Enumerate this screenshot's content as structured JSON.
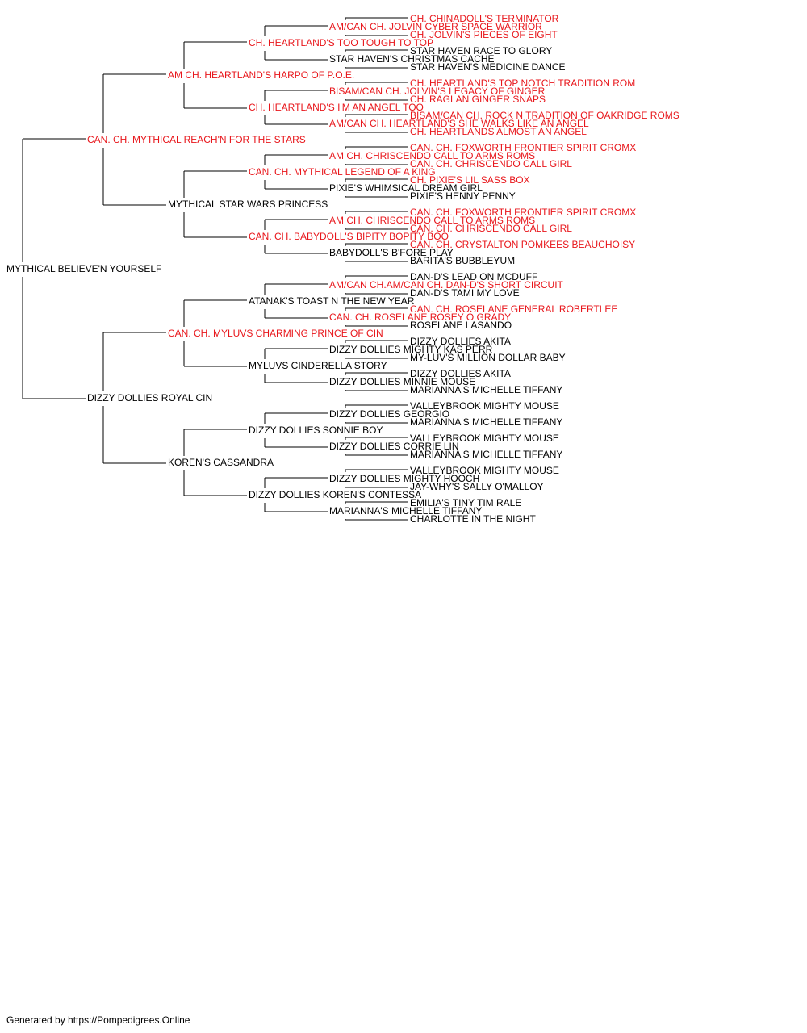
{
  "colors": {
    "champion": "#e8161b",
    "normal": "#000000",
    "line": "#000000"
  },
  "footer": "Generated by https://Pompedigrees.Online",
  "pedigree": {
    "name": "MYTHICAL BELIEVE'N YOURSELF",
    "champion": false,
    "sire": {
      "name": "CAN. CH. MYTHICAL REACH'N FOR THE STARS",
      "champion": true,
      "sire": {
        "name": "AM CH. HEARTLAND'S HARPO OF P.O.E.",
        "champion": true,
        "sire": {
          "name": "CH. HEARTLAND'S TOO TOUGH TO TOP",
          "champion": true,
          "sire": {
            "name": "AM/CAN CH. JOLVIN CYBER SPACE WARRIOR",
            "champion": true,
            "sire": {
              "name": "CH. CHINADOLL'S TERMINATOR",
              "champion": true
            },
            "dam": {
              "name": "CH. JOLVIN'S PIECES OF EIGHT",
              "champion": true
            }
          },
          "dam": {
            "name": "STAR HAVEN'S CHRISTMAS CACHE",
            "champion": false,
            "sire": {
              "name": "STAR HAVEN RACE TO GLORY",
              "champion": false
            },
            "dam": {
              "name": "STAR HAVEN'S MEDICINE DANCE",
              "champion": false
            }
          }
        },
        "dam": {
          "name": "CH. HEARTLAND'S I'M AN ANGEL TOO",
          "champion": true,
          "sire": {
            "name": "BISAM/CAN CH. JOLVIN'S LEGACY OF GINGER",
            "champion": true,
            "sire": {
              "name": "CH. HEARTLAND'S TOP NOTCH TRADITION ROM",
              "champion": true
            },
            "dam": {
              "name": "CH. RAGLAN GINGER SNAPS",
              "champion": true
            }
          },
          "dam": {
            "name": "AM/CAN CH. HEARTLAND'S SHE WALKS LIKE AN ANGEL",
            "champion": true,
            "sire": {
              "name": "BISAM/CAN CH. ROCK N TRADITION OF OAKRIDGE ROMS",
              "champion": true
            },
            "dam": {
              "name": "CH. HEARTLANDS ALMOST AN ANGEL",
              "champion": true
            }
          }
        }
      },
      "dam": {
        "name": "MYTHICAL STAR WARS PRINCESS",
        "champion": false,
        "sire": {
          "name": "CAN. CH. MYTHICAL LEGEND OF A KING",
          "champion": true,
          "sire": {
            "name": "AM CH. CHRISCENDO CALL TO ARMS ROMS",
            "champion": true,
            "sire": {
              "name": "CAN. CH. FOXWORTH FRONTIER SPIRIT CROMX",
              "champion": true
            },
            "dam": {
              "name": "CAN. CH. CHRISCENDO CALL GIRL",
              "champion": true
            }
          },
          "dam": {
            "name": "PIXIE'S WHIMSICAL DREAM GIRL",
            "champion": false,
            "sire": {
              "name": "CH. PIXIE'S LIL SASS BOX",
              "champion": true
            },
            "dam": {
              "name": "PIXIE'S HENNY PENNY",
              "champion": false
            }
          }
        },
        "dam": {
          "name": "CAN. CH. BABYDOLL'S BIPITY BOPITY BOO",
          "champion": true,
          "sire": {
            "name": "AM CH. CHRISCENDO CALL TO ARMS ROMS",
            "champion": true,
            "sire": {
              "name": "CAN. CH. FOXWORTH FRONTIER SPIRIT CROMX",
              "champion": true
            },
            "dam": {
              "name": "CAN. CH. CHRISCENDO CALL GIRL",
              "champion": true
            }
          },
          "dam": {
            "name": "BABYDOLL'S B'FORE PLAY",
            "champion": false,
            "sire": {
              "name": "CAN. CH. CRYSTALTON POMKEES BEAUCHOISY",
              "champion": true
            },
            "dam": {
              "name": "BARITA'S BUBBLEYUM",
              "champion": false
            }
          }
        }
      }
    },
    "dam": {
      "name": "DIZZY DOLLIES ROYAL CIN",
      "champion": false,
      "sire": {
        "name": "CAN. CH. MYLUVS CHARMING PRINCE OF CIN",
        "champion": true,
        "sire": {
          "name": "ATANAK'S TOAST N THE NEW YEAR",
          "champion": false,
          "sire": {
            "name": "AM/CAN CH.AM/CAN CH. DAN-D'S SHORT CIRCUIT",
            "champion": true,
            "sire": {
              "name": "DAN-D'S LEAD ON MCDUFF",
              "champion": false
            },
            "dam": {
              "name": "DAN-D'S TAMI MY LOVE",
              "champion": false
            }
          },
          "dam": {
            "name": "CAN. CH. ROSELANE ROSEY O GRADY",
            "champion": true,
            "sire": {
              "name": "CAN. CH. ROSELANE GENERAL ROBERTLEE",
              "champion": true
            },
            "dam": {
              "name": "ROSELANE LASANDO",
              "champion": false
            }
          }
        },
        "dam": {
          "name": "MYLUVS CINDERELLA STORY",
          "champion": false,
          "sire": {
            "name": "DIZZY DOLLIES MIGHTY KAS PERR",
            "champion": false,
            "sire": {
              "name": "DIZZY DOLLIES AKITA",
              "champion": false
            },
            "dam": {
              "name": "MY-LUV'S MILLION DOLLAR BABY",
              "champion": false
            }
          },
          "dam": {
            "name": "DIZZY DOLLIES MINNIE MOUSE",
            "champion": false,
            "sire": {
              "name": "DIZZY DOLLIES AKITA",
              "champion": false
            },
            "dam": {
              "name": "MARIANNA'S MICHELLE TIFFANY",
              "champion": false
            }
          }
        }
      },
      "dam": {
        "name": "KOREN'S CASSANDRA",
        "champion": false,
        "sire": {
          "name": "DIZZY DOLLIES SONNIE BOY",
          "champion": false,
          "sire": {
            "name": "DIZZY DOLLIES GEORGIO",
            "champion": false,
            "sire": {
              "name": "VALLEYBROOK MIGHTY MOUSE",
              "champion": false
            },
            "dam": {
              "name": "MARIANNA'S MICHELLE TIFFANY",
              "champion": false
            }
          },
          "dam": {
            "name": "DIZZY DOLLIES CORRIE LIN",
            "champion": false,
            "sire": {
              "name": "VALLEYBROOK MIGHTY MOUSE",
              "champion": false
            },
            "dam": {
              "name": "MARIANNA'S MICHELLE TIFFANY",
              "champion": false
            }
          }
        },
        "dam": {
          "name": "DIZZY DOLLIES KOREN'S CONTESSA",
          "champion": false,
          "sire": {
            "name": "DIZZY DOLLIES MIGHTY HOOCH",
            "champion": false,
            "sire": {
              "name": "VALLEYBROOK MIGHTY MOUSE",
              "champion": false
            },
            "dam": {
              "name": "JAY-WHY'S SALLY O'MALLOY",
              "champion": false
            }
          },
          "dam": {
            "name": "MARIANNA'S MICHELLE TIFFANY",
            "champion": false,
            "sire": {
              "name": "EMILIA'S TINY TIM RALE",
              "champion": false
            },
            "dam": {
              "name": "CHARLOTTE IN THE NIGHT",
              "champion": false
            }
          }
        }
      }
    }
  }
}
